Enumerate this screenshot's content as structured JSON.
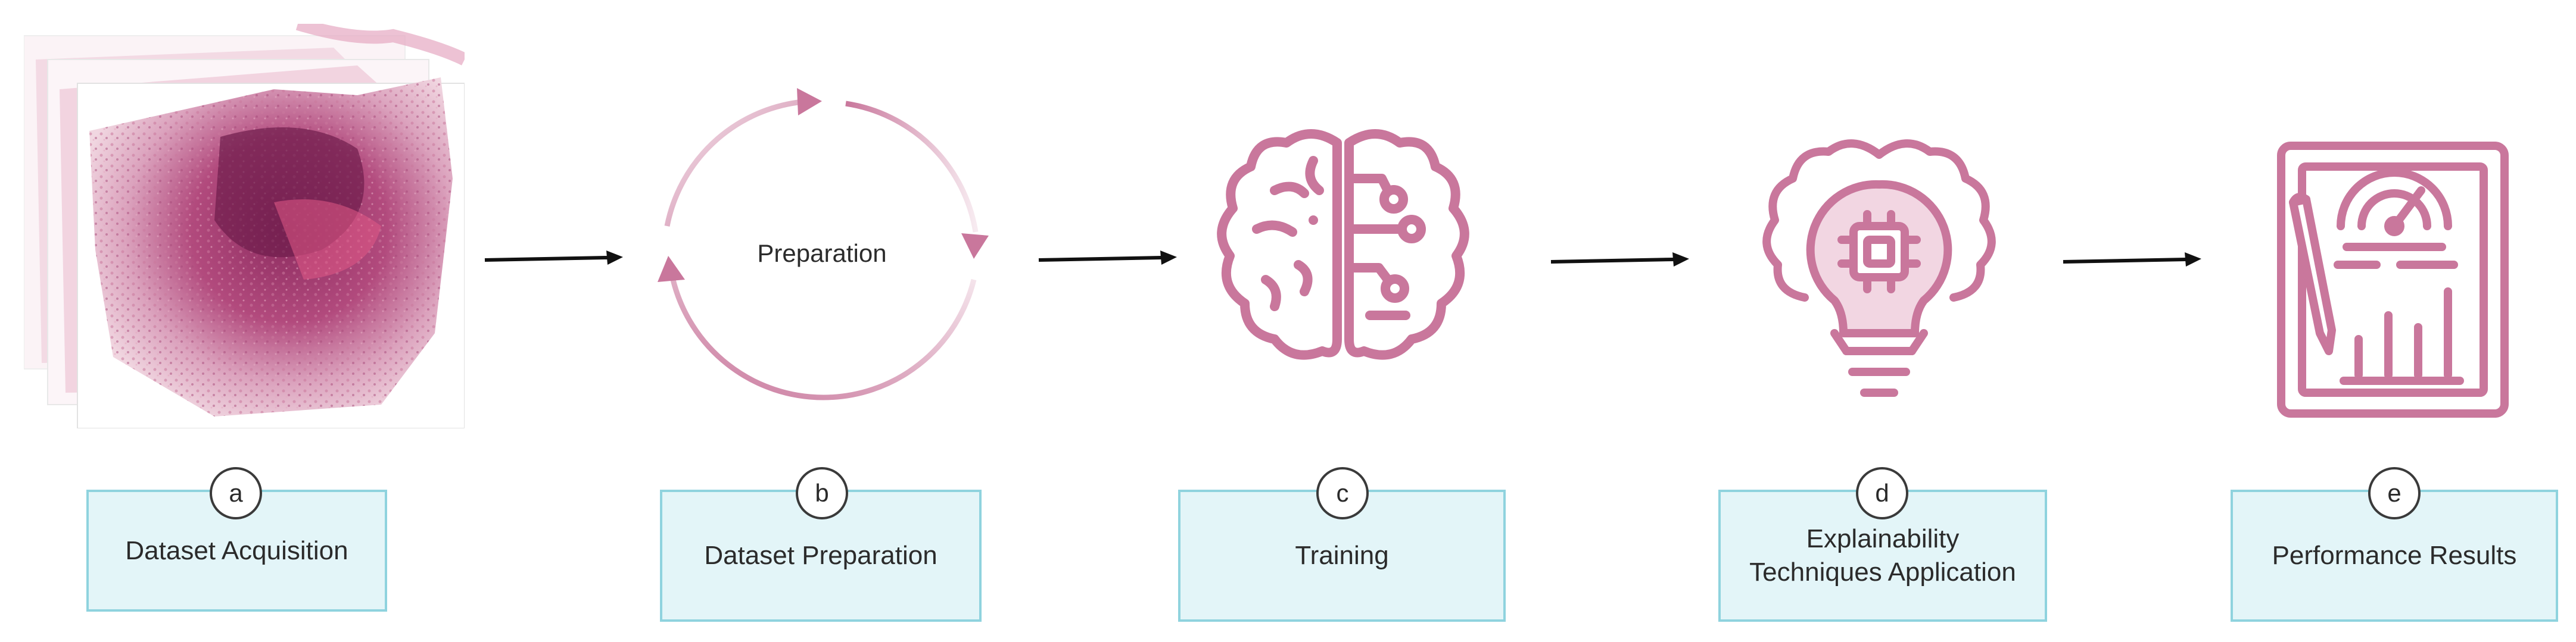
{
  "diagram": {
    "steps": [
      {
        "badge": "a",
        "label": "Dataset Acquisition"
      },
      {
        "badge": "b",
        "label": "Dataset Preparation"
      },
      {
        "badge": "c",
        "label": "Training"
      },
      {
        "badge": "d",
        "label": "Explainability\nTechniques Application"
      },
      {
        "badge": "e",
        "label": "Performance Results"
      }
    ],
    "cycle_label": "Preparation",
    "colors": {
      "icon": "#c9779c",
      "icon_light": "#f2d6e2",
      "box_fill": "#e3f5f8",
      "box_border": "#8fd3de",
      "arrow": "#111111"
    },
    "icons": [
      "histology-slides-image",
      "cycle-arrows-icon",
      "brain-circuit-icon",
      "lightbulb-brain-chip-icon",
      "performance-report-icon"
    ]
  }
}
